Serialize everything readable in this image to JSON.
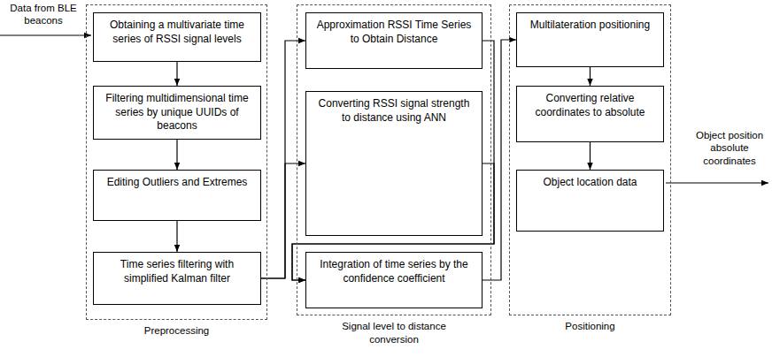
{
  "diagram": {
    "nodes": [
      {
        "text": [
          "Preprocessing"
        ]
      },
      {
        "text": [
          "Obtaining a multivariate time series of RSSI signal levels"
        ],
        "in": 0
      },
      {
        "text": [
          "Filtering multidimensional time series by unique UUIDs of beacons"
        ],
        "in": 0
      },
      {
        "text": [
          "Editing Outliers and Extremes"
        ],
        "in": 0
      },
      {
        "text": [
          "Time series filtering with simplified Kalman filter"
        ],
        "in": 0
      },
      {
        "text": [
          "Signal level to distance conversion"
        ]
      },
      {
        "text": [
          "Approximation RSSI Time Series to Obtain Distance"
        ],
        "in": 5
      },
      {
        "text": [
          "Converting RSSI signal strength to distance using ANN"
        ],
        "in": 5
      },
      {
        "text": [
          "Integration of time series by the confidence coefficient"
        ],
        "in": 5
      },
      {
        "text": [
          "Positioning"
        ]
      },
      {
        "text": [
          "Multilateration positioning"
        ],
        "in": 9
      },
      {
        "text": [
          "Converting relative coordinates to absolute"
        ],
        "in": 9
      },
      {
        "text": [
          "Object location data"
        ],
        "in": 9
      }
    ],
    "edges": [
      {
        "from": 1,
        "to": 2,
        "arrow": "to"
      },
      {
        "from": 2,
        "to": 3,
        "arrow": "to"
      },
      {
        "from": 3,
        "to": 4,
        "arrow": "to"
      },
      {
        "from": 4,
        "to": 6,
        "arrow": "to"
      },
      {
        "from": 4,
        "to": 7,
        "arrow": "to"
      },
      {
        "from": 6,
        "to": 8,
        "arrow": "to"
      },
      {
        "from": 7,
        "to": 8,
        "arrow": "to"
      },
      {
        "from": 8,
        "to": 10,
        "arrow": "to"
      },
      {
        "from": 10,
        "to": 11,
        "arrow": "to"
      },
      {
        "from": 11,
        "to": 12,
        "arrow": "to"
      }
    ],
    "labels": [
      "Data from BLE beacons",
      "Object position absolute coordinates"
    ]
  }
}
